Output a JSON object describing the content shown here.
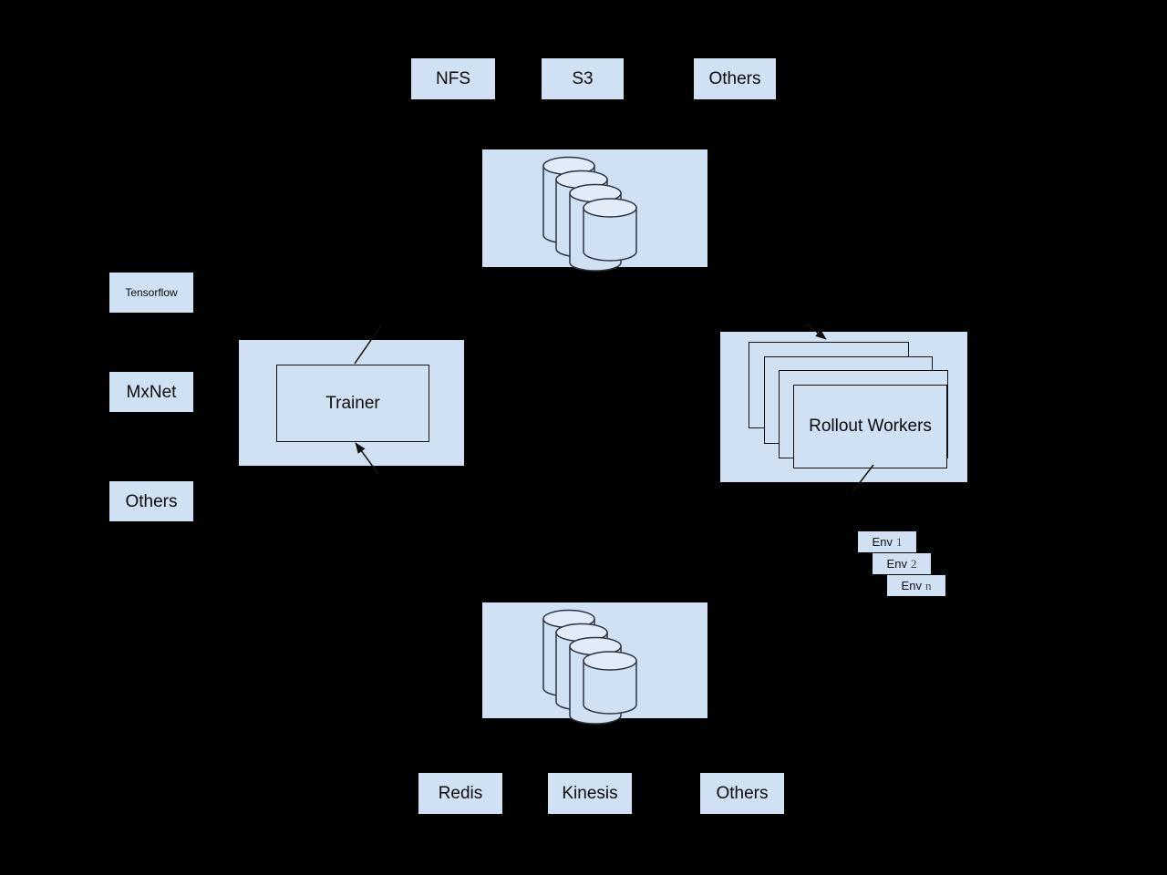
{
  "diagram": {
    "background_color": "#000000",
    "panel_fill": "#d0e1f4",
    "stroke_color": "#101010",
    "cylinder_top_fill": "#e2ecf8"
  },
  "storage_backends": {
    "nfs": "NFS",
    "s3": "S3",
    "others": "Others"
  },
  "frameworks": {
    "tensorflow": "Tensorflow",
    "mxnet": "MxNet",
    "others": "Others"
  },
  "compute": {
    "trainer": "Trainer",
    "rollout_workers": "Rollout Workers"
  },
  "environments": [
    {
      "name": "Env",
      "index": "1"
    },
    {
      "name": "Env",
      "index": "2"
    },
    {
      "name": "Env",
      "index": "n"
    }
  ],
  "streaming_backends": {
    "redis": "Redis",
    "kinesis": "Kinesis",
    "others": "Others"
  }
}
